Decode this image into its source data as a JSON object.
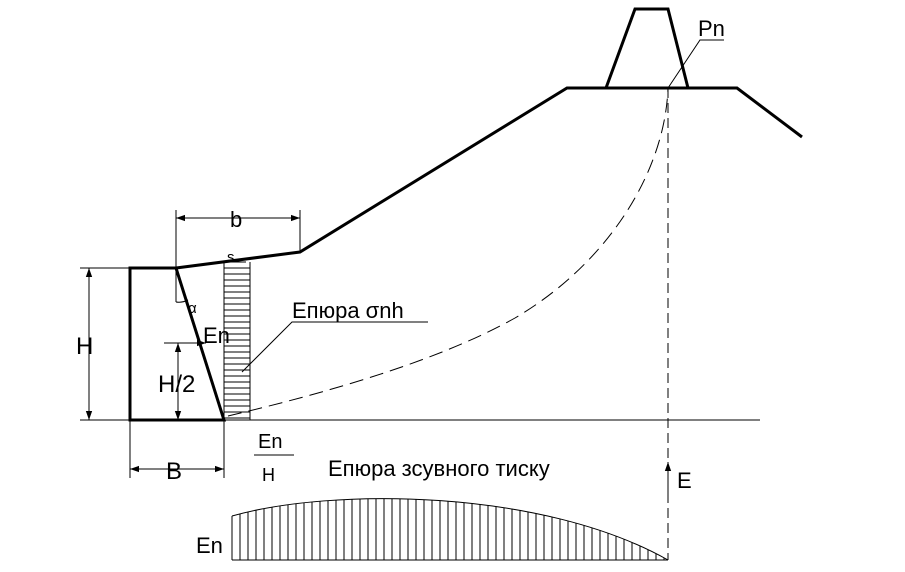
{
  "labels": {
    "b": "b",
    "pn": "Pn",
    "s": "s",
    "alpha": "α",
    "en_arrow": "En",
    "h": "H",
    "h_half": "H/2",
    "epura_sigma": "Епюра σnh",
    "b_width": "B",
    "frac_num": "En",
    "frac_den": "H",
    "epura_shear": "Епюра зсувного тиску",
    "e_axis": "E",
    "en_bottom": "En"
  },
  "colors": {
    "ink": "#000000",
    "background": "#ffffff"
  }
}
